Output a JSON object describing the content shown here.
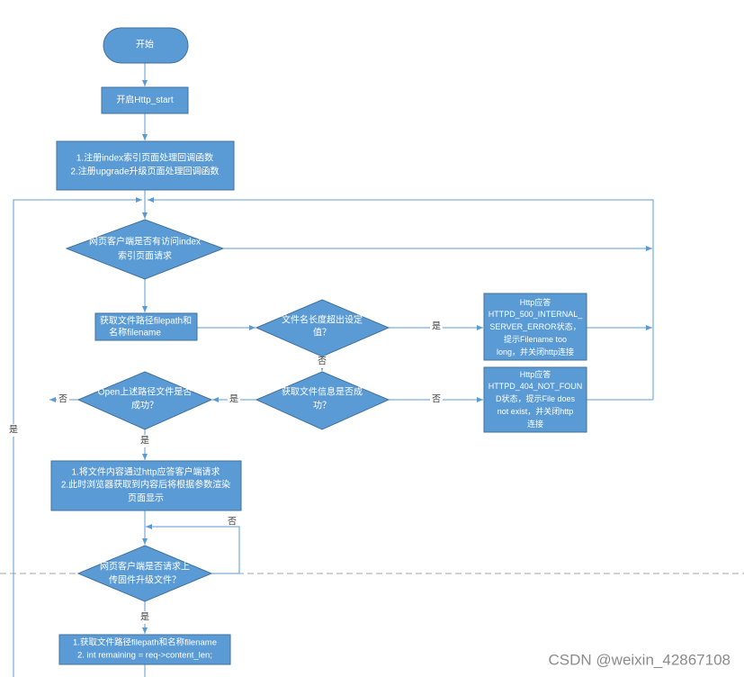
{
  "nodes": {
    "start": {
      "text": "开始"
    },
    "http_start": {
      "text": "开启Http_start"
    },
    "register": {
      "lines": [
        "1.注册index索引页面处理回调函数",
        "2.注册upgrade升级页面处理回调函数"
      ]
    },
    "index_request": {
      "lines": [
        "网页客户端是否有访问index",
        "索引页面请求"
      ]
    },
    "get_path": {
      "lines": [
        "获取文件路径filepath和",
        "名称filename"
      ]
    },
    "name_length": {
      "lines": [
        "文件名长度超出设定",
        "值？"
      ]
    },
    "error_500": {
      "lines": [
        "Http应答",
        "HTTPD_500_INTERNAL_",
        "SERVER_ERROR状态，",
        "提示Filename too",
        "long，并关闭http连接"
      ]
    },
    "file_info": {
      "lines": [
        "获取文件信息是否成",
        "功？"
      ]
    },
    "error_404": {
      "lines": [
        "Http应答",
        "HTTPD_404_NOT_FOUN",
        "D状态，提示File does",
        "not exist，并关闭http",
        "连接"
      ]
    },
    "open_file": {
      "lines": [
        "Open上述路径文件是否",
        "成功？"
      ]
    },
    "send_content": {
      "lines": [
        "1.将文件内容通过http应答客户端请求",
        "2.此时浏览器获取到内容后将根据参数渲染",
        "页面显示"
      ]
    },
    "upload_request": {
      "lines": [
        "网页客户端是否请求上",
        "传固件升级文件？"
      ]
    },
    "get_upload": {
      "lines": [
        "1.获取文件路径filepath和名称filename",
        "2. int remaining = req->content_len;"
      ]
    }
  },
  "edge_labels": {
    "name_length_yes": "是",
    "name_length_no": "否",
    "file_info_yes": "是",
    "file_info_no": "否",
    "open_file_no": "否",
    "open_file_yes": "是",
    "upload_no": "否",
    "upload_yes": "是",
    "loop_yes": "是"
  },
  "watermark": "CSDN @weixin_42867108",
  "colors": {
    "node_fill": "#5b9bd5",
    "node_stroke": "#41719c",
    "edge": "#5b9bd5",
    "label_text": "#404040",
    "divider": "#a6a6a6",
    "watermark": "#8c8c8c"
  }
}
